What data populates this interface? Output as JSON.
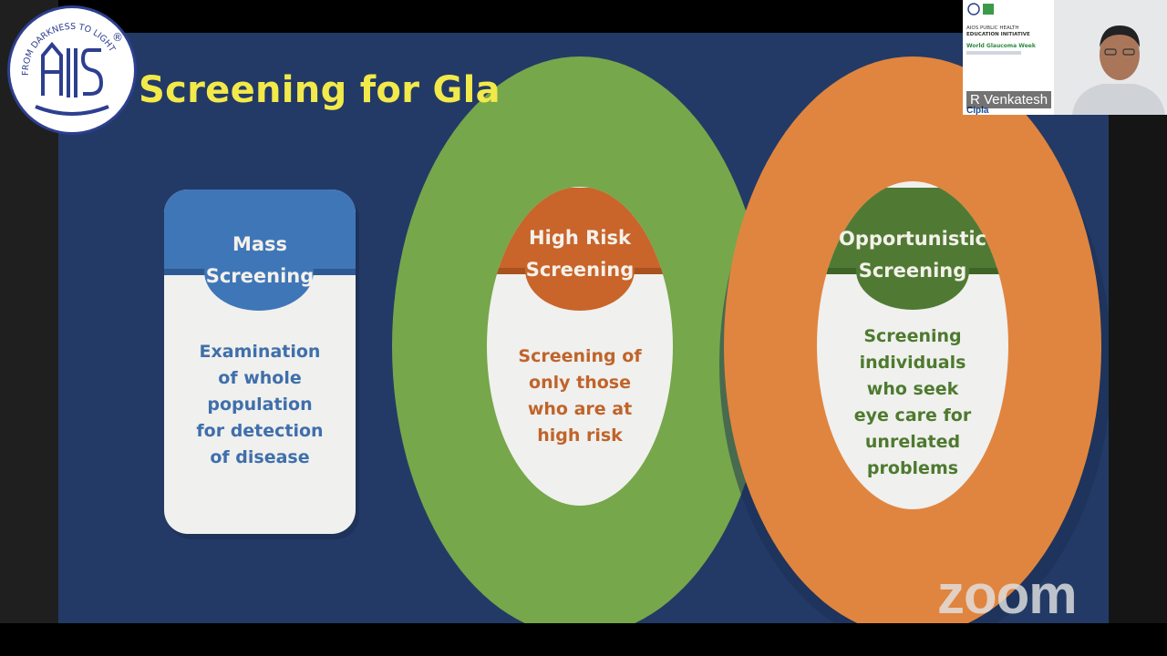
{
  "slide": {
    "title": "Screening for Gla",
    "cards": [
      {
        "heading_lines": [
          "Mass",
          "Screening"
        ],
        "body_lines": [
          "Examination",
          "of whole",
          "population",
          "for detection",
          "of disease"
        ]
      },
      {
        "heading_lines": [
          "High Risk",
          "Screening"
        ],
        "body_lines": [
          "Screening of",
          "only those",
          "who are at",
          "high risk"
        ]
      },
      {
        "heading_lines": [
          "Opportunistic",
          "Screening"
        ],
        "body_lines": [
          "Screening",
          "individuals",
          "who seek",
          "eye care for",
          "unrelated",
          "problems"
        ]
      }
    ]
  },
  "logo": {
    "ring_text": "FROM DARKNESS TO LIGHT",
    "registered": "®",
    "monogram": "AIOS"
  },
  "video": {
    "speaker_name": "R Venkatesh",
    "banner": {
      "brand": "Cipla",
      "line1": "AIOS PUBLIC HEALTH",
      "line2": "EDUCATION INITIATIVE",
      "event": "World Glaucoma Week"
    }
  },
  "watermark": "zoom",
  "colors": {
    "slide_bg": "#233a66",
    "title": "#f2e94a",
    "mass_blue": "#3f76b8",
    "mass_text": "#3f6fab",
    "green_ring": "#76a74b",
    "orange_ring": "#e0853f",
    "high_risk_head": "#c9642a",
    "high_risk_text": "#c0642b",
    "opp_head": "#507a34",
    "opp_text": "#4d7a2f",
    "card_white": "#f0f0ee"
  }
}
